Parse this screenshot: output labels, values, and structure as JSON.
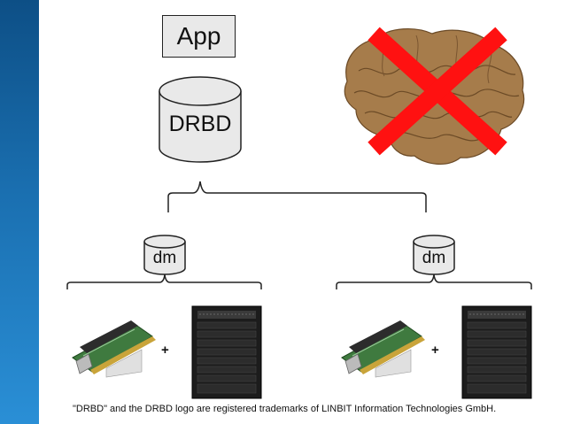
{
  "diagram": {
    "app_label": "App",
    "drbd_label": "DRBD",
    "dm_left_label": "dm",
    "dm_right_label": "dm",
    "plus_left": "+",
    "plus_right": "+",
    "footer_text": "\"DRBD\" and the DRBD logo are registered trademarks of LINBIT Information Technologies GmbH."
  },
  "colors": {
    "sidebar": "#1a6fb0",
    "cross": "#ff1111",
    "box_fill": "#e9e9e9"
  },
  "icons": [
    "brain-image",
    "red-cross-icon",
    "raid-controller-card-image",
    "server-tower-image"
  ]
}
